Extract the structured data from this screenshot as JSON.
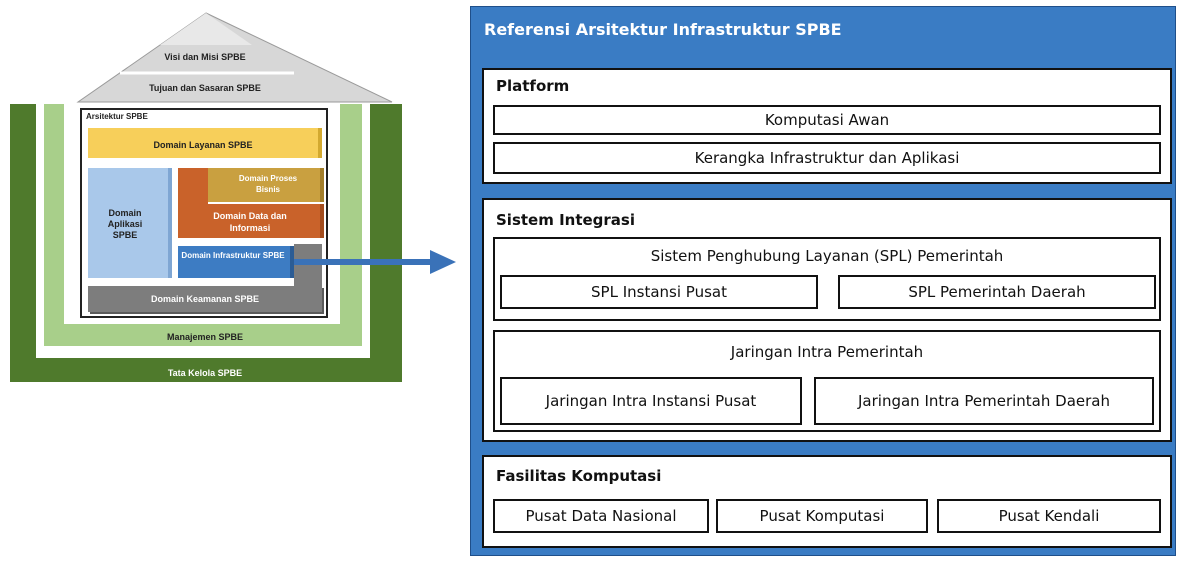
{
  "house": {
    "roof_top": "Visi dan Misi SPBE",
    "roof_bottom": "Tujuan dan Sasaran SPBE",
    "arsitektur": "Arsitektur SPBE",
    "layanan": "Domain Layanan SPBE",
    "aplikasi": "Domain Aplikasi SPBE",
    "proses": "Domain Proses Bisnis",
    "data": "Domain Data dan Informasi",
    "infra": "Domain Infrastruktur SPBE",
    "keamanan": "Domain Keamanan SPBE",
    "manajemen": "Manajemen SPBE",
    "tata_kelola": "Tata Kelola SPBE"
  },
  "reference": {
    "title": "Referensi Arsitektur Infrastruktur SPBE",
    "platform": {
      "heading": "Platform",
      "items": [
        "Komputasi Awan",
        "Kerangka Infrastruktur dan Aplikasi"
      ]
    },
    "integrasi": {
      "heading": "Sistem Integrasi",
      "spl": {
        "title": "Sistem Penghubung Layanan (SPL) Pemerintah",
        "items": [
          "SPL Instansi Pusat",
          "SPL Pemerintah Daerah"
        ]
      },
      "jaringan": {
        "title": "Jaringan Intra Pemerintah",
        "items": [
          "Jaringan Intra Instansi Pusat",
          "Jaringan Intra Pemerintah Daerah"
        ]
      }
    },
    "fasilitas": {
      "heading": "Fasilitas Komputasi",
      "items": [
        "Pusat Data Nasional",
        "Pusat Komputasi",
        "Pusat Kendali"
      ]
    }
  },
  "colors": {
    "dark_green": "#4f7a2c",
    "light_green": "#a8cf8a",
    "panel_blue": "#3a7cc4",
    "arrow_blue": "#3a72b8"
  }
}
